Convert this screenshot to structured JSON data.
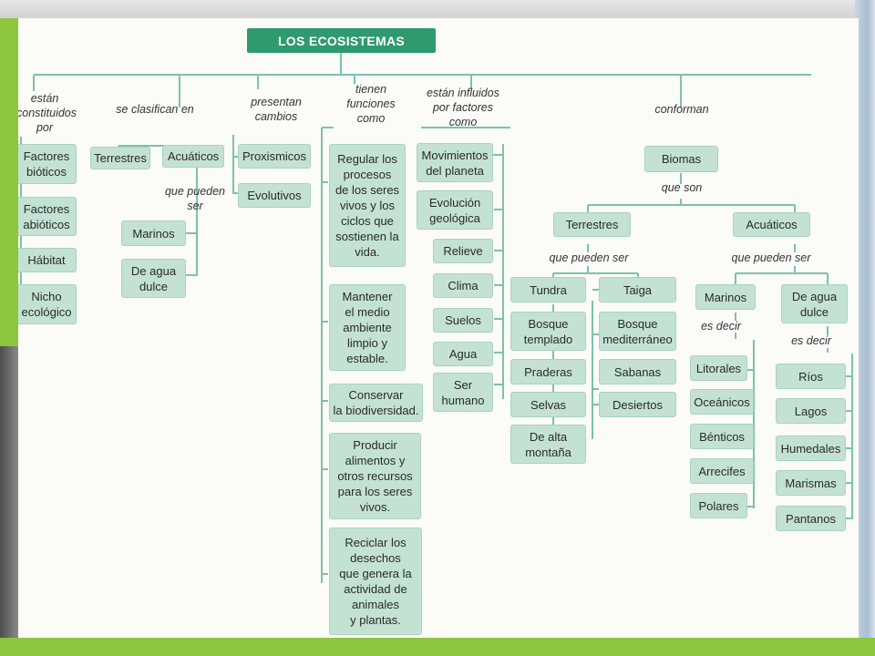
{
  "title": "LOS ECOSISTEMAS",
  "branches": {
    "constituidos": {
      "connector": "están\nconstituidos\npor",
      "items": [
        "Factores\nbióticos",
        "Factores\nabióticos",
        "Hábitat",
        "Nicho\necológico"
      ]
    },
    "clasifican": {
      "connector": "se clasifican en",
      "terrestres": "Terrestres",
      "acuaticos": "Acuáticos",
      "sub_connector": "que pueden\nser",
      "sub_items": [
        "Marinos",
        "De agua\ndulce"
      ]
    },
    "cambios": {
      "connector": "presentan\ncambios",
      "items": [
        "Proxismicos",
        "Evolutivos"
      ]
    },
    "funciones": {
      "connector": "tienen\nfunciones\ncomo",
      "items": [
        "Regular los\nprocesos\nde los seres\nvivos y los\nciclos que\nsostienen la\nvida.",
        "Mantener\nel medio\nambiente\nlimpio y\nestable.",
        "Conservar\nla biodiversidad.",
        "Producir\nalimentos y\notros recursos\npara los seres\nvivos.",
        "Reciclar los\ndesechos\nque genera la\nactividad de\nanimales\ny plantas."
      ]
    },
    "factores": {
      "connector": "están influidos\npor factores\ncomo",
      "items": [
        "Movimientos\ndel planeta",
        "Evolución\ngeológica",
        "Relieve",
        "Clima",
        "Suelos",
        "Agua",
        "Ser\nhumano"
      ]
    },
    "biomas": {
      "connector": "conforman",
      "root": "Biomas",
      "que_son": "que son",
      "terrestres": {
        "label": "Terrestres",
        "connector": "que pueden ser",
        "left_items": [
          "Tundra",
          "Bosque\ntemplado",
          "Praderas",
          "Selvas",
          "De alta\nmontaña"
        ],
        "right_items": [
          "Taiga",
          "Bosque\nmediterráneo",
          "Sabanas",
          "Desiertos"
        ]
      },
      "acuaticos": {
        "label": "Acuáticos",
        "connector": "que pueden ser",
        "marinos": {
          "label": "Marinos",
          "connector": "es decir",
          "items": [
            "Litorales",
            "Oceánicos",
            "Bénticos",
            "Arrecifes",
            "Polares"
          ]
        },
        "dulce": {
          "label": "De agua\ndulce",
          "connector": "es decir",
          "items": [
            "Ríos",
            "Lagos",
            "Humedales",
            "Marismas",
            "Pantanos"
          ]
        }
      }
    }
  }
}
